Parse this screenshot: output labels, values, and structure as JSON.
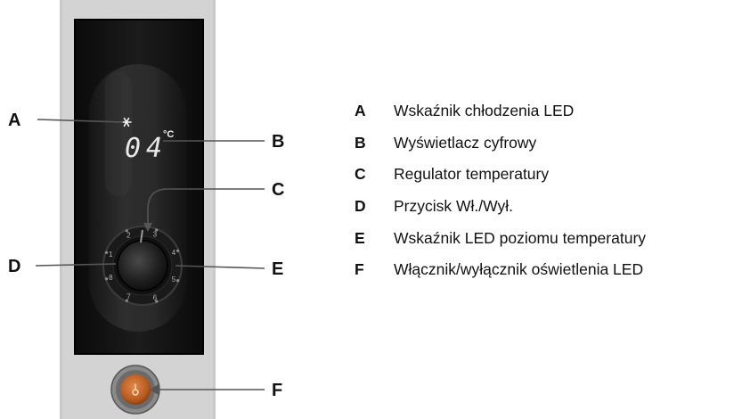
{
  "display": {
    "reading": "04",
    "unit": "°C"
  },
  "dial": {
    "marks": [
      "1",
      "2",
      "3",
      "4",
      "5",
      "6",
      "7",
      "8"
    ]
  },
  "callouts": [
    {
      "key": "A",
      "description": "Wskaźnik chłodzenia LED"
    },
    {
      "key": "B",
      "description": "Wyświetlacz cyfrowy"
    },
    {
      "key": "C",
      "description": "Regulator temperatury"
    },
    {
      "key": "D",
      "description": "Przycisk Wł./Wył."
    },
    {
      "key": "E",
      "description": "Wskaźnik LED poziomu temperatury"
    },
    {
      "key": "F",
      "description": "Włącznik/wyłącznik oświetlenia LED"
    }
  ],
  "colors": {
    "panel_frame": "#c9c9c9",
    "panel_face": "#141414",
    "display_digits": "#e8e8e8",
    "switch_amber": "#c86a2a",
    "leader_line": "#555555"
  }
}
